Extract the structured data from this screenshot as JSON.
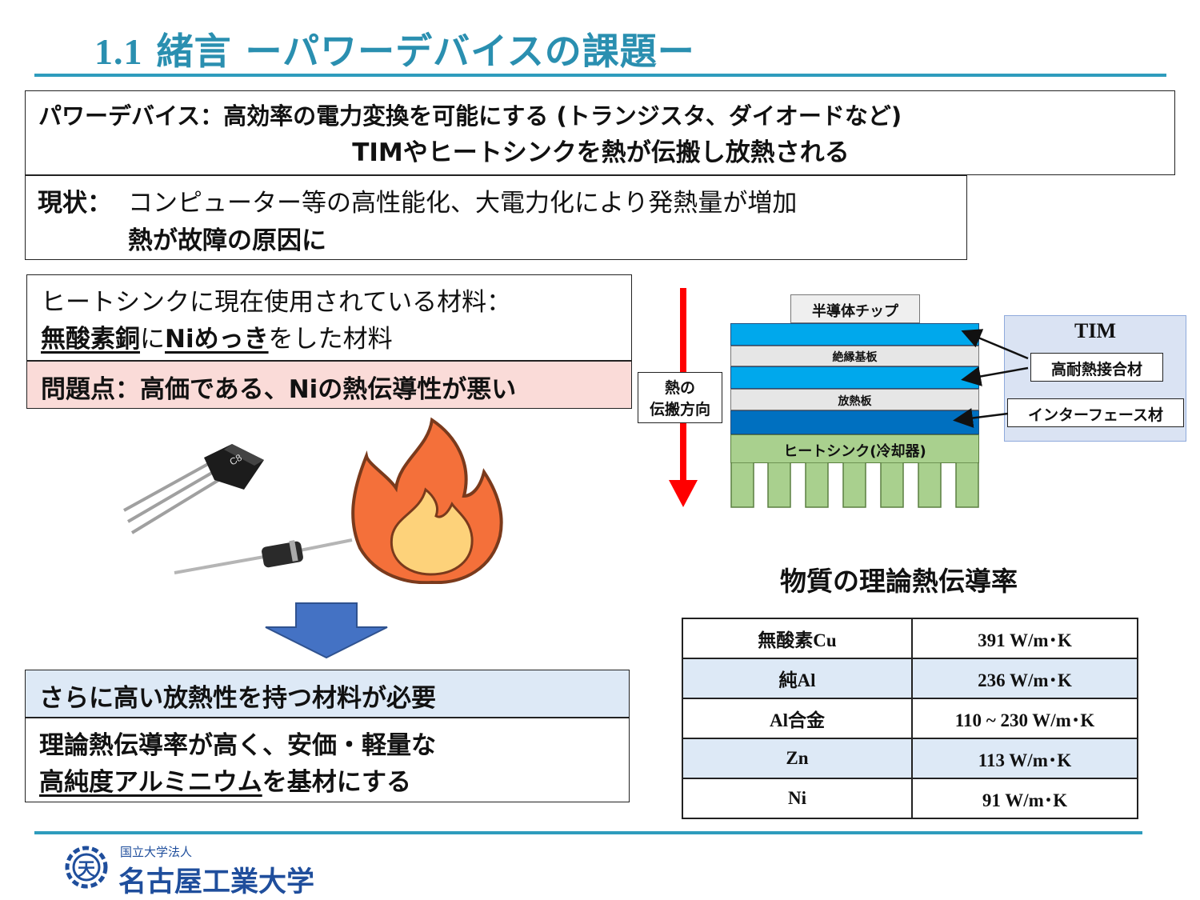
{
  "header": {
    "title_num": "1.1",
    "title_text": "緒言 ーパワーデバイスの課題ー"
  },
  "box1": {
    "line1": "パワーデバイス：高効率の電力変換を可能にする (トランジスタ、ダイオードなど)",
    "line2": "TIMやヒートシンクを熱が伝搬し放熱される"
  },
  "box2": {
    "label": "現状：",
    "line1": "コンピューター等の高性能化、大電力化により発熱量が増加",
    "line2": "熱が故障の原因に"
  },
  "box3": {
    "line1": "ヒートシンクに現在使用されている材料：",
    "mat1": "無酸素銅",
    "part2": "に",
    "mat2": "Niめっき",
    "part3": "をした材料"
  },
  "problem": {
    "text": "問題点：高価である、Niの熱伝導性が悪い"
  },
  "diagram": {
    "chip": "半導体チップ",
    "layer_insulating": "絶縁基板",
    "layer_heat_plate": "放熱板",
    "heatsink": "ヒートシンク(冷却器)",
    "direction_line1": "熱の",
    "direction_line2": "伝搬方向",
    "tim_title": "TIM",
    "tim_item1": "高耐熱接合材",
    "tim_item2": "インターフェース材",
    "colors": {
      "blue": "#00a8ec",
      "dark_blue": "#0070c0",
      "green": "#a9d08e",
      "tim_bg": "#dae3f3",
      "arrow": "#ff0000"
    }
  },
  "conclusion": {
    "need": "さらに高い放熱性を持つ材料が必要",
    "line1": "理論熱伝導率が高く、安価・軽量な",
    "line2_underlined": "高純度アルミニウム",
    "line2_rest": "を基材にする"
  },
  "table": {
    "title": "物質の理論熱伝導率",
    "rows": [
      {
        "material": "無酸素Cu",
        "value": "391 W/m･K"
      },
      {
        "material": "純Al",
        "value": "236 W/m･K"
      },
      {
        "material": "Al合金",
        "value": "110 ~ 230 W/m･K"
      },
      {
        "material": "Zn",
        "value": "113 W/m･K"
      },
      {
        "material": "Ni",
        "value": "91 W/m･K"
      }
    ]
  },
  "footer": {
    "org_small": "国立大学法人",
    "org_name": "名古屋工業大学",
    "logo_char": "天"
  }
}
